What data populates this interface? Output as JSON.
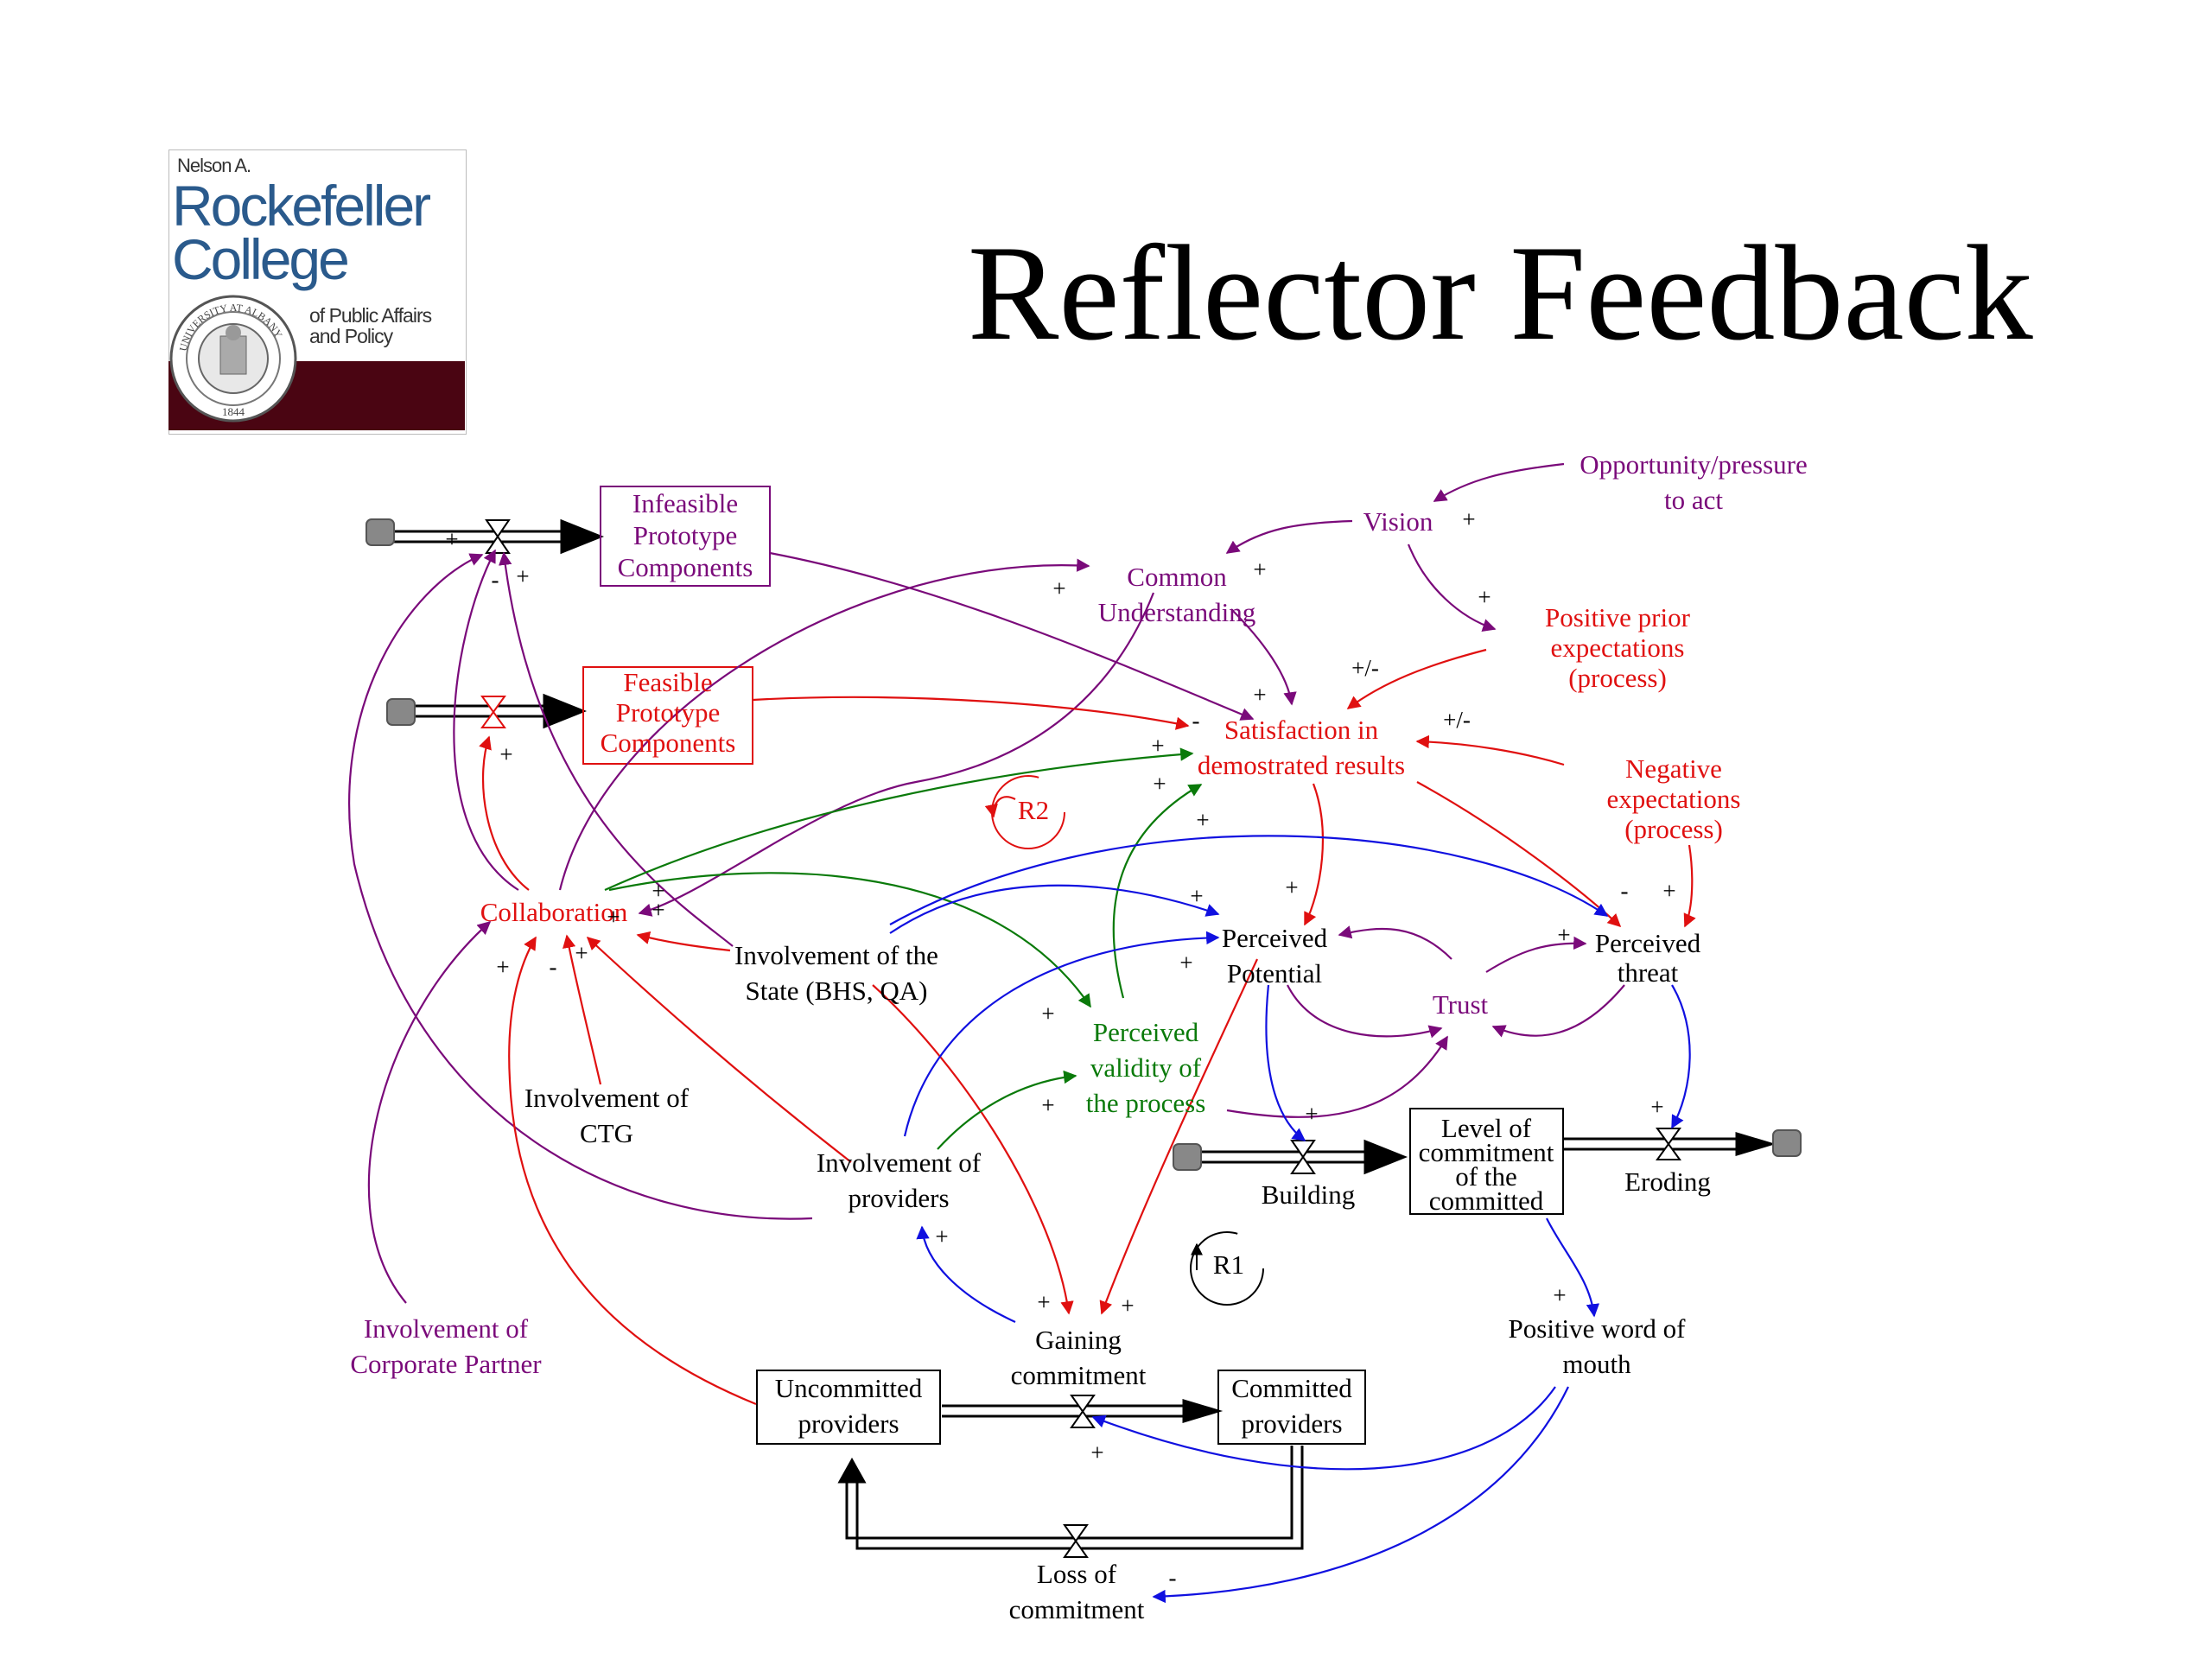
{
  "title": "Reflector Feedback",
  "logo": {
    "small_text": "Nelson A.",
    "name_line1": "Rockefeller",
    "name_line2": "College",
    "tag_line1": "of Public Affairs",
    "tag_line2": "and Policy",
    "seal_text": "UNIVERSITY AT ALBANY",
    "seal_year": "1844"
  },
  "colors": {
    "purple": "#7a0a7a",
    "red": "#e01010",
    "green": "#0a7a0a",
    "blue": "#1010e0",
    "black": "#000000",
    "logo_blue": "#2a5a8c",
    "logo_maroon": "#4a0512"
  },
  "stocks": {
    "infeasible": [
      "Infeasible",
      "Prototype",
      "Components"
    ],
    "feasible": [
      "Feasible",
      "Prototype",
      "Components"
    ],
    "level_committed": [
      "Level of",
      "commitment",
      "of the",
      "committed"
    ],
    "uncommitted": [
      "Uncommitted",
      "providers"
    ],
    "committed": [
      "Committed",
      "providers"
    ]
  },
  "variables": {
    "opportunity": [
      "Opportunity/pressure",
      "to act"
    ],
    "vision": [
      "Vision"
    ],
    "common_understanding": [
      "Common",
      "Understanding"
    ],
    "positive_prior": [
      "Positive prior",
      "expectations",
      "(process)"
    ],
    "satisfaction": [
      "Satisfaction in",
      "demostrated results"
    ],
    "negative_expectations": [
      "Negative",
      "expectations",
      "(process)"
    ],
    "collaboration": [
      "Collaboration"
    ],
    "involvement_state": [
      "Involvement of the",
      "State (BHS, QA)"
    ],
    "perceived_potential": [
      "Perceived",
      "Potential"
    ],
    "trust": [
      "Trust"
    ],
    "perceived_threat": [
      "Perceived",
      "threat"
    ],
    "involvement_ctg": [
      "Involvement of",
      "CTG"
    ],
    "perceived_validity": [
      "Perceived",
      "validity of",
      "the process"
    ],
    "involvement_providers": [
      "Involvement of",
      "providers"
    ],
    "building": [
      "Building"
    ],
    "eroding": [
      "Eroding"
    ],
    "involvement_corporate": [
      "Involvement of",
      "Corporate Partner"
    ],
    "gaining": [
      "Gaining",
      "commitment"
    ],
    "positive_word": [
      "Positive word of",
      "mouth"
    ],
    "loss": [
      "Loss of",
      "commitment"
    ]
  },
  "loops": {
    "r2": "R2",
    "r1": "R1"
  },
  "signs": {
    "plus": "+",
    "minus": "-",
    "plus_minus": "+/-"
  }
}
